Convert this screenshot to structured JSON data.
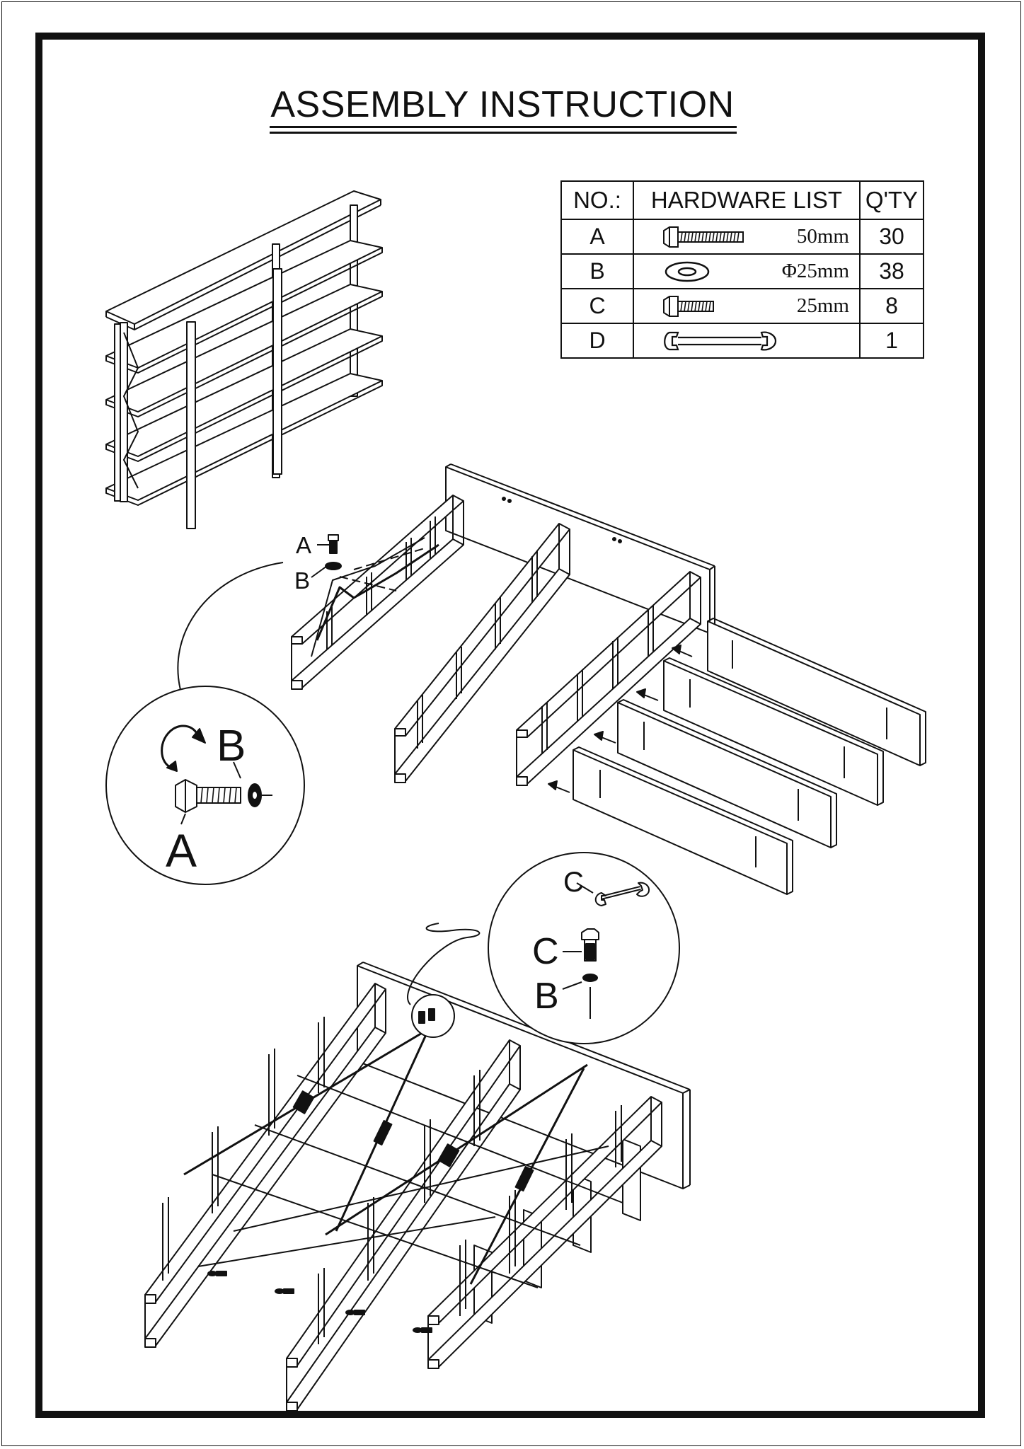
{
  "page": {
    "title": "ASSEMBLY INSTRUCTION"
  },
  "hardware_table": {
    "headers": {
      "no": "NO.:",
      "list": "HARDWARE LIST",
      "qty": "Q'TY"
    },
    "rows": [
      {
        "no": "A",
        "icon": "long-bolt-icon",
        "size": "50mm",
        "qty": "30"
      },
      {
        "no": "B",
        "icon": "washer-icon",
        "size": "Φ25mm",
        "qty": "38"
      },
      {
        "no": "C",
        "icon": "short-bolt-icon",
        "size": "25mm",
        "qty": "8"
      },
      {
        "no": "D",
        "icon": "wrench-icon",
        "size": "",
        "qty": "1"
      }
    ]
  },
  "callouts": {
    "step1_small": {
      "bolt": "A",
      "washer": "B"
    },
    "step1_detail": {
      "washer": "B",
      "bolt": "A"
    },
    "step2_detail": {
      "wrench": "C",
      "bolt": "C",
      "washer": "B"
    }
  }
}
